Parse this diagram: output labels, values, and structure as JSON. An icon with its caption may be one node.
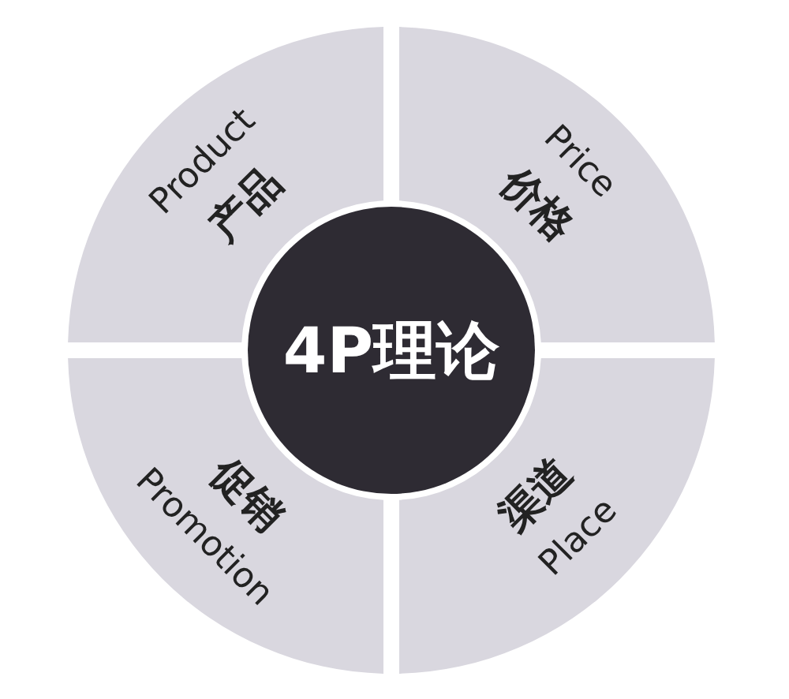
{
  "diagram": {
    "nodes": [
      {
        "text": [
          "Product",
          "产品"
        ]
      },
      {
        "text": [
          "Price",
          "价格"
        ]
      },
      {
        "text": [
          "4P理论"
        ]
      },
      {
        "text": [
          "促销",
          "Promotion"
        ]
      },
      {
        "text": [
          "渠道",
          "Place"
        ]
      }
    ]
  }
}
